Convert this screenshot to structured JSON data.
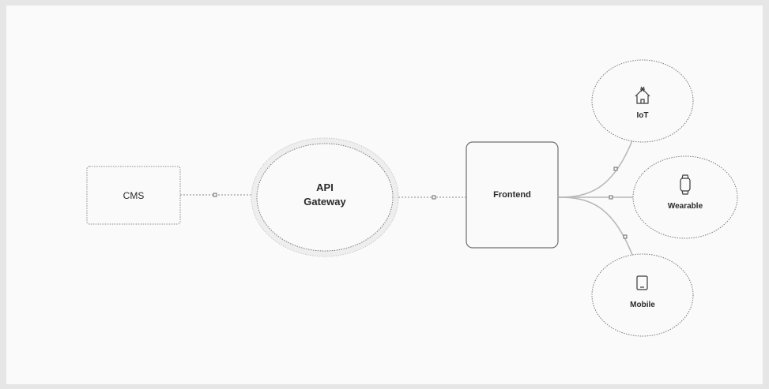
{
  "nodes": {
    "cms": {
      "label": "CMS"
    },
    "api_gateway": {
      "label_line1": "API",
      "label_line2": "Gateway"
    },
    "frontend": {
      "label": "Frontend"
    },
    "iot": {
      "label": "IoT",
      "icon": "house-icon"
    },
    "wearable": {
      "label": "Wearable",
      "icon": "smartwatch-icon"
    },
    "mobile": {
      "label": "Mobile",
      "icon": "tablet-icon"
    }
  },
  "edges": [
    {
      "from": "CMS",
      "to": "API Gateway"
    },
    {
      "from": "API Gateway",
      "to": "Frontend"
    },
    {
      "from": "Frontend",
      "to": "IoT"
    },
    {
      "from": "Frontend",
      "to": "Wearable"
    },
    {
      "from": "Frontend",
      "to": "Mobile"
    }
  ]
}
